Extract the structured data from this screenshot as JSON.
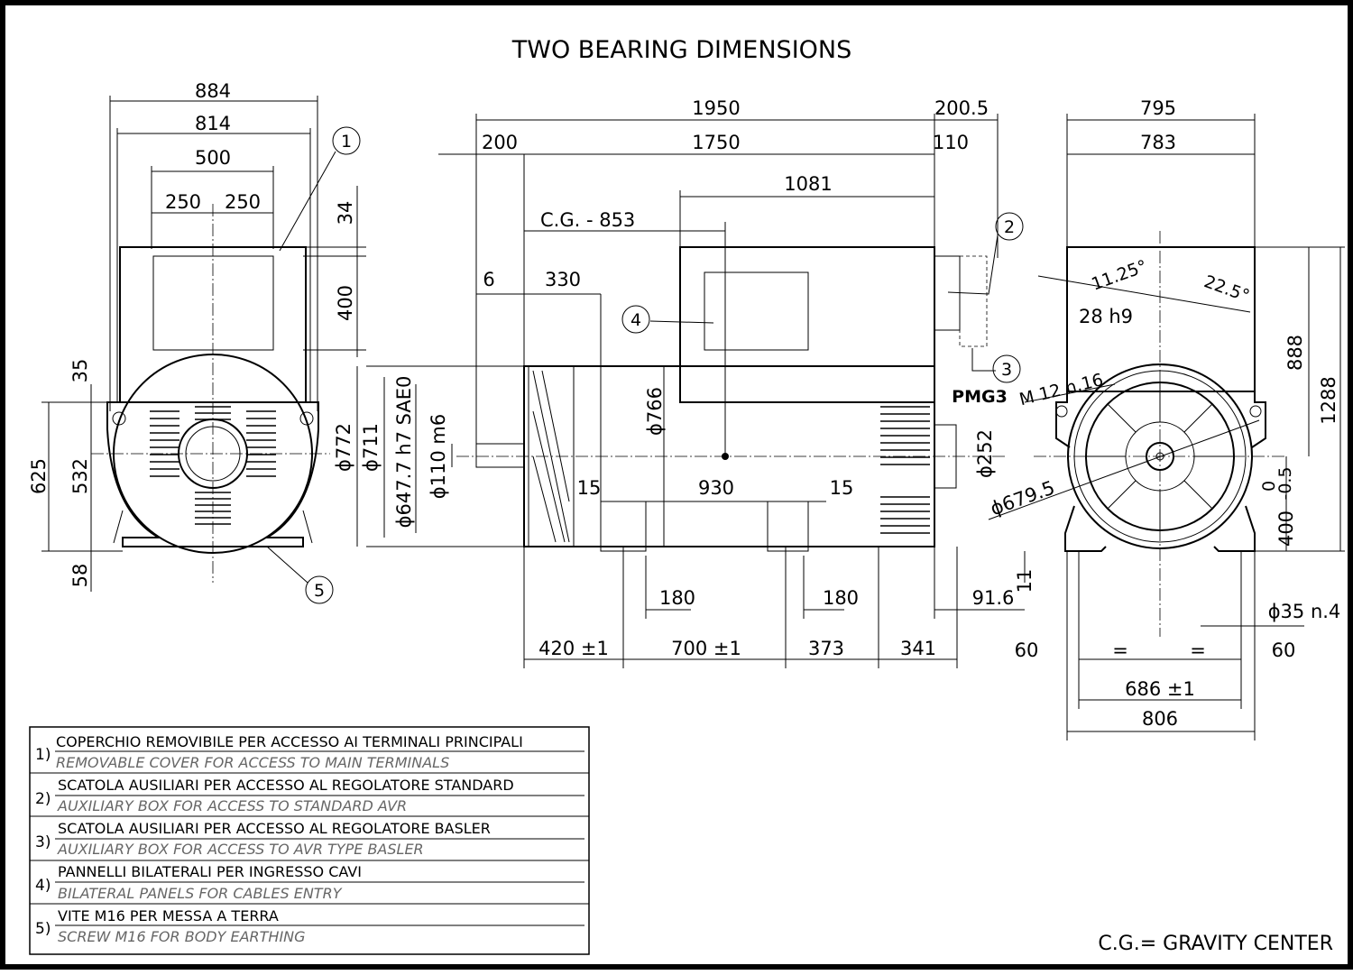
{
  "title": "TWO BEARING DIMENSIONS",
  "front_view": {
    "d884": "884",
    "d814": "814",
    "d500": "500",
    "d250a": "250",
    "d250b": "250",
    "d34": "34",
    "d400": "400",
    "d35": "35",
    "d625": "625",
    "d532": "532",
    "d58": "58"
  },
  "side_view": {
    "d1950": "1950",
    "d200_5": "200.5",
    "d200": "200",
    "d1750": "1750",
    "d110": "110",
    "d1081": "1081",
    "cg": "C.G. -  853",
    "d6": "6",
    "d330": "330",
    "d772": "ϕ772",
    "d711": "ϕ711",
    "d647": "ϕ647.7  h7  SAE0",
    "d110m6": "ϕ110 m6",
    "d766": "ϕ766",
    "d15a": "15",
    "d930": "930",
    "d15b": "15",
    "d180a": "180",
    "d180b": "180",
    "d91_6": "91.6",
    "d420": "420 ±1",
    "d700": "700 ±1",
    "d373": "373",
    "d341": "341",
    "pmg": "PMG3"
  },
  "end_view": {
    "d795": "795",
    "d783": "783",
    "a11": "11.25°",
    "a22": "22.5°",
    "d28": "28  h9",
    "m12": "M 12 n.16",
    "d679": "ϕ679.5",
    "d252": "ϕ252",
    "d888": "888",
    "d1288": "1288",
    "tol0": "0",
    "tol05": "-0.5",
    "d400": "400",
    "d11": "11",
    "d35n4": "ϕ35 n.4",
    "d60a": "60",
    "eqa": "=",
    "eqb": "=",
    "d60b": "60",
    "d686": "686 ±1",
    "d806": "806"
  },
  "callouts": [
    "1",
    "2",
    "3",
    "4",
    "5"
  ],
  "legend": [
    {
      "num": "1)",
      "it": "COPERCHIO REMOVIBILE PER ACCESSO AI TERMINALI PRINCIPALI",
      "en": "REMOVABLE COVER  FOR ACCESS TO MAIN TERMINALS"
    },
    {
      "num": "2)",
      "it": "SCATOLA AUSILIARI PER ACCESSO AL REGOLATORE STANDARD",
      "en": "AUXILIARY BOX FOR ACCESS TO STANDARD AVR"
    },
    {
      "num": "3)",
      "it": "SCATOLA AUSILIARI PER ACCESSO AL REGOLATORE BASLER",
      "en": "AUXILIARY BOX FOR ACCESS TO AVR TYPE BASLER"
    },
    {
      "num": "4)",
      "it": "PANNELLI BILATERALI PER INGRESSO CAVI",
      "en": "BILATERAL PANELS FOR CABLES ENTRY"
    },
    {
      "num": "5)",
      "it": "VITE M16 PER MESSA A TERRA",
      "en": "SCREW M16 FOR BODY EARTHING"
    }
  ],
  "cg_note": "C.G.= GRAVITY CENTER"
}
